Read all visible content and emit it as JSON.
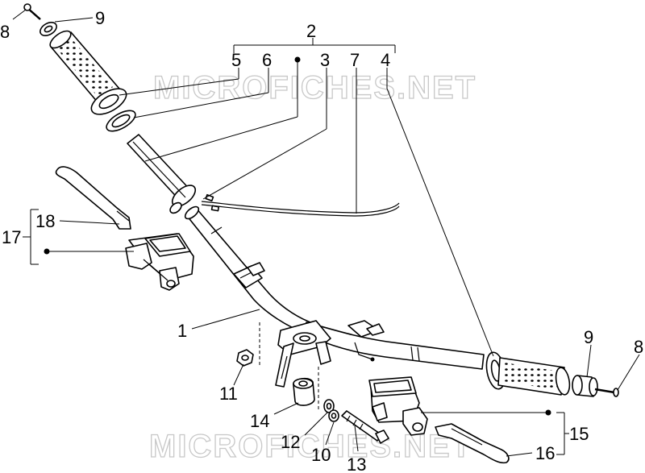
{
  "watermark": "MICROFICHES.NET",
  "callouts": [
    {
      "id": "c8a",
      "text": "8"
    },
    {
      "id": "c9a",
      "text": "9"
    },
    {
      "id": "c2",
      "text": "2"
    },
    {
      "id": "c5",
      "text": "5"
    },
    {
      "id": "c6",
      "text": "6"
    },
    {
      "id": "c3",
      "text": "3"
    },
    {
      "id": "c7",
      "text": "7"
    },
    {
      "id": "c4",
      "text": "4"
    },
    {
      "id": "c18",
      "text": "18"
    },
    {
      "id": "c17",
      "text": "17"
    },
    {
      "id": "c1",
      "text": "1"
    },
    {
      "id": "c11",
      "text": "11"
    },
    {
      "id": "c14",
      "text": "14"
    },
    {
      "id": "c12",
      "text": "12"
    },
    {
      "id": "c10",
      "text": "10"
    },
    {
      "id": "c13",
      "text": "13"
    },
    {
      "id": "c9b",
      "text": "9"
    },
    {
      "id": "c8b",
      "text": "8"
    },
    {
      "id": "c15",
      "text": "15"
    },
    {
      "id": "c16",
      "text": "16"
    }
  ]
}
